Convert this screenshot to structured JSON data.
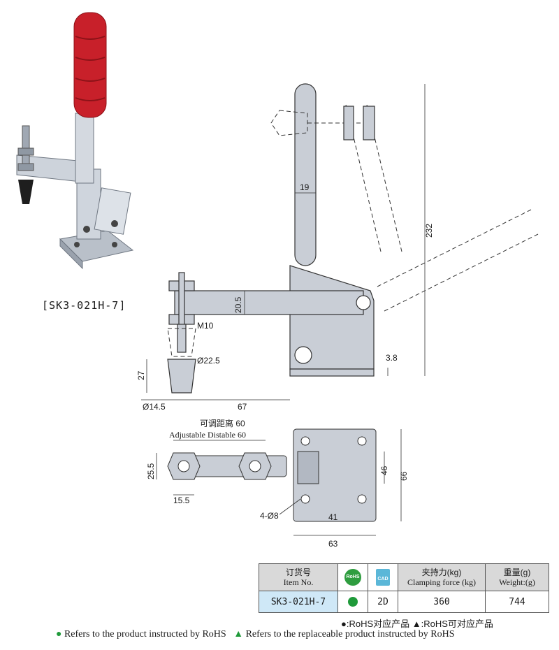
{
  "product_label": "[SK3-021H-7]",
  "side_view": {
    "dim_19": "19",
    "dim_232": "232",
    "dim_20_5": "20.5",
    "dim_M10": "M10",
    "dim_22_5": "Ø22.5",
    "dim_27": "27",
    "dim_14_5": "Ø14.5",
    "dim_67": "67",
    "dim_3_8": "3.8"
  },
  "top_view": {
    "adjust_cn": "可调距离 60",
    "adjust_en": "Adjustable Distable 60",
    "dim_25_5": "25.5",
    "dim_15_5": "15.5",
    "dim_4_8": "4-Ø8",
    "dim_46": "46",
    "dim_66": "66",
    "dim_41": "41",
    "dim_63": "63"
  },
  "table": {
    "headers": {
      "item_cn": "订货号",
      "item_en": "Item No.",
      "rohs_badge": "RoHS",
      "cad_badge": "CAD",
      "force_cn": "夹持力(kg)",
      "force_en": "Clamping force (kg)",
      "weight_cn": "重量(g)",
      "weight_en": "Weight:(g)"
    },
    "row": {
      "item_no": "SK3-021H-7",
      "cad": "2D",
      "clamping_force": "360",
      "weight": "744"
    }
  },
  "legend": {
    "line1": "●:RoHS对应产品   ▲:RoHS可对应产品",
    "dot_text": "Refers to the product instructed by RoHS",
    "tri_text": "Refers to the replaceable product instructed by RoHS"
  },
  "colors": {
    "handle_red": "#c8202a",
    "steel": "#c9ced6",
    "rohs_green": "#1f9a3a",
    "table_head": "#d9d9d9",
    "item_cell": "#cfe8f7"
  }
}
